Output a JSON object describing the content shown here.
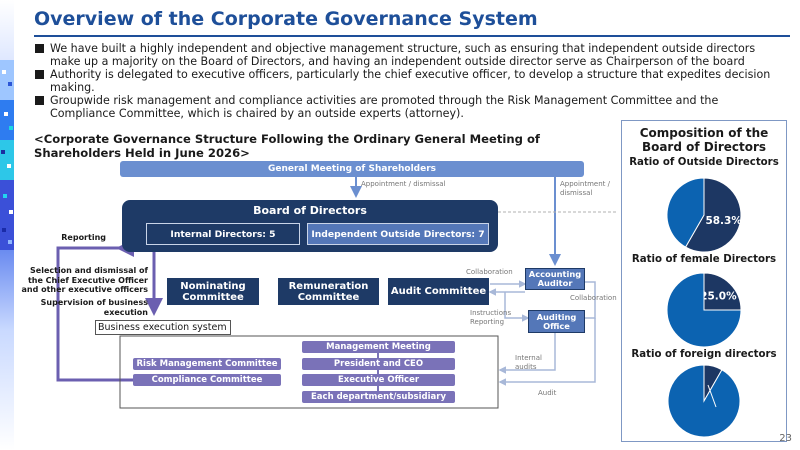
{
  "title": "Overview of the Corporate Governance System",
  "bullets": [
    "We have built a highly independent and objective management structure, such as ensuring that independent outside directors make up a majority on the Board of Directors, and having an independent outside director serve as Chairperson of the board",
    "Authority is delegated to executive officers, particularly the chief executive officer, to develop a structure that expedites decision making.",
    "Groupwide risk management and compliance activities are promoted through the Risk Management Committee and the Compliance Committee, which is chaired by an outside experts (attorney)."
  ],
  "structure_heading": "<Corporate Governance Structure Following the Ordinary General Meeting of Shareholders Held in June 2026>",
  "diagram": {
    "general_meeting": "General Meeting of Shareholders",
    "appointment_dismissal_1": "Appointment / dismissal",
    "appointment_dismissal_2": "Appointment / dismissal",
    "board": "Board of Directors",
    "internal_directors": "Internal Directors: 5",
    "outside_directors": "Independent Outside Directors: 7",
    "reporting": "Reporting",
    "selection_dismissal": "Selection and dismissal of the Chief Executive Officer and other executive officers",
    "supervision": "Supervision of business execution",
    "nominating": "Nominating Committee",
    "remuneration": "Remuneration Committee",
    "audit_committee": "Audit Committee",
    "collaboration_1": "Collaboration",
    "collaboration_2": "Collaboration",
    "accounting_auditor": "Accounting Auditor",
    "instructions_reporting": "Instructions Reporting",
    "auditing_office": "Auditing Office",
    "business_execution": "Business execution system",
    "management_meeting": "Management Meeting",
    "president_ceo": "President and CEO",
    "executive_officer": "Executive Officer",
    "each_department": "Each department/subsidiary",
    "risk_committee": "Risk Management Committee",
    "compliance_committee": "Compliance Committee",
    "internal_audits": "Internal audits",
    "audit": "Audit"
  },
  "composition": {
    "title": "Composition of the Board of Directors",
    "colors": {
      "dark": "#1d3763",
      "light": "#0c63b1"
    }
  },
  "chart_data": [
    {
      "type": "pie",
      "title": "Ratio of Outside Directors",
      "values": [
        58.3,
        41.7
      ],
      "labels": [
        "58.3%",
        ""
      ]
    },
    {
      "type": "pie",
      "title": "Ratio of female Directors",
      "values": [
        25.0,
        75.0
      ],
      "labels": [
        "25.0%",
        ""
      ]
    },
    {
      "type": "pie",
      "title": "Ratio of foreign directors",
      "values": [
        8.3,
        91.7
      ],
      "labels": [
        "8.3%",
        ""
      ]
    }
  ],
  "page_number": "23"
}
